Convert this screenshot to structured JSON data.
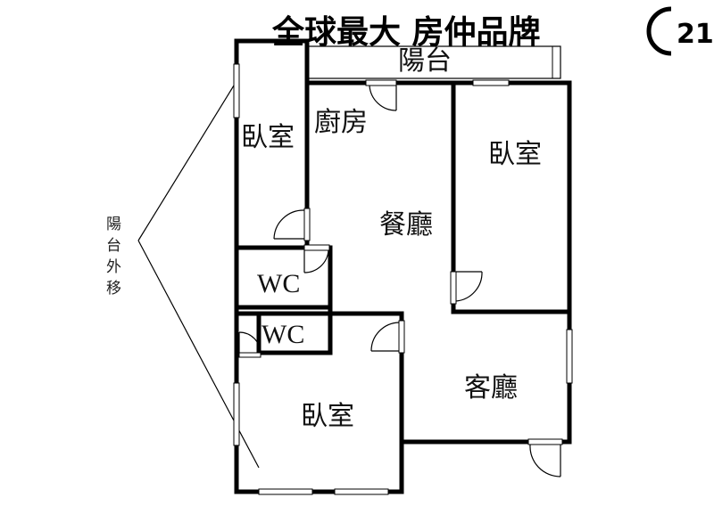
{
  "brand": {
    "slogan": "全球最大 房仲品牌",
    "logo_number": "21"
  },
  "rooms": {
    "balcony": "陽台",
    "bedroom_left": "臥室",
    "kitchen": "廚房",
    "bedroom_right": "臥室",
    "dining": "餐廳",
    "wc_top": "WC",
    "wc_bottom": "WC",
    "living": "客廳",
    "bedroom_bottom": "臥室"
  },
  "annotation": {
    "balcony_moved": [
      "陽",
      "台",
      "外",
      "移"
    ]
  }
}
